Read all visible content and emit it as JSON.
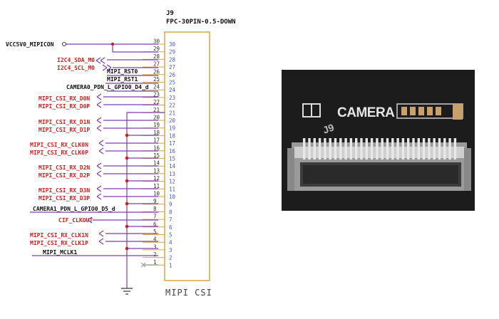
{
  "connector": {
    "ref": "J9",
    "part": "FPC-30PIN-0.5-DOWN",
    "caption": "MIPI CSI"
  },
  "nets": {
    "vcc": "VCC5V0_MIPICON",
    "sda": "I2C4_SDA_M0",
    "scl": "I2C4_SCL_M0",
    "rst0": "MIPI_RST0",
    "rst1": "MIPI_RST1",
    "cam0_pdn": "CAMERA0_PDN_L_GPIO0_D4_d",
    "d0n": "MIPI_CSI_RX_D0N",
    "d0p": "MIPI_CSI_RX_D0P",
    "d1n": "MIPI_CSI_RX_D1N",
    "d1p": "MIPI_CSI_RX_D1P",
    "clk0n": "MIPI_CSI_RX_CLK0N",
    "clk0p": "MIPI_CSI_RX_CLK0P",
    "d2n": "MIPI_CSI_RX_D2N",
    "d2p": "MIPI_CSI_RX_D2P",
    "d3n": "MIPI_CSI_RX_D3N",
    "d3p": "MIPI_CSI_RX_D3P",
    "cam1_pdn": "CAMERA1_PDN_L_GPIO0_D5_d",
    "cif_clk": "CIF_CLKOUT",
    "clk1n": "MIPI_CSI_RX_CLK1N",
    "clk1p": "MIPI_CSI_RX_CLK1P",
    "mclk": "MIPI_MCLK1"
  },
  "pins": [
    "30",
    "29",
    "28",
    "27",
    "26",
    "25",
    "24",
    "23",
    "22",
    "21",
    "20",
    "19",
    "18",
    "17",
    "16",
    "15",
    "14",
    "13",
    "12",
    "11",
    "10",
    "9",
    "8",
    "7",
    "6",
    "5",
    "4",
    "3",
    "2",
    "1"
  ],
  "photo": {
    "board_label": "CAMERA",
    "ref_label": "J9"
  },
  "colors": {
    "net_label": "#d22020",
    "wire": "#7a3fb0",
    "pin_number": "#4a58c0",
    "body": "#d9a640",
    "junction": "#d01a1a",
    "text_dark": "#111111"
  }
}
